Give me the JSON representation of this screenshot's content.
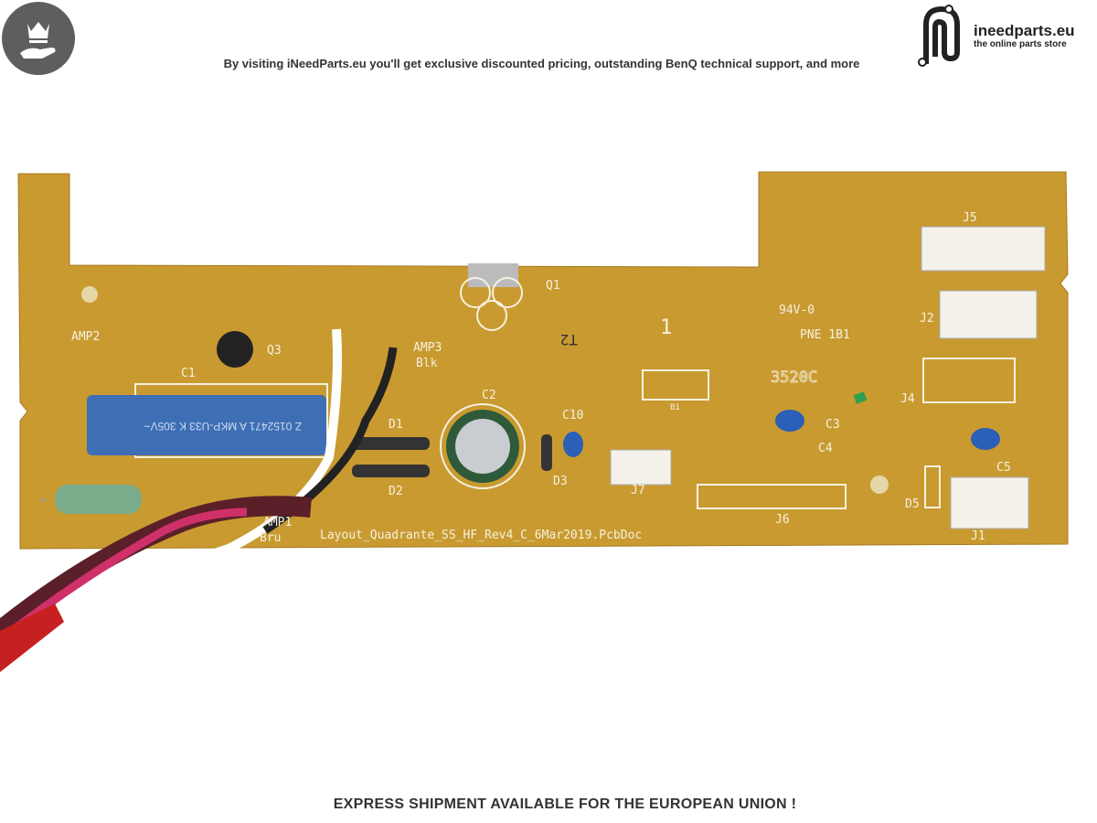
{
  "header": {
    "badge_icon": "crown-hand-icon",
    "tagline": "By visiting iNeedParts.eu you'll get exclusive discounted pricing, outstanding BenQ technical support, and more",
    "logo": {
      "name": "ineedparts.eu",
      "subtitle": "the online parts store"
    }
  },
  "board": {
    "color": "#c99a30",
    "labels": {
      "q1": "Q1",
      "q3": "Q3",
      "amp2": "AMP2",
      "amp3": "AMP3",
      "blk": "Blk",
      "amp1": "AMP1",
      "bru": "Bru",
      "c1": "C1",
      "c2": "C2",
      "c3": "C3",
      "c4": "C4",
      "c5": "C5",
      "c10": "C10",
      "d1": "D1",
      "d2": "D2",
      "d3": "D3",
      "d5": "D5",
      "j1": "J1",
      "j2": "J2",
      "j4": "J4",
      "j5": "J5",
      "j6": "J6",
      "j7": "J7",
      "b1": "B1",
      "rating": "94V-0",
      "ul": "PNE 1B1",
      "code": "3520C",
      "one": "1",
      "t2": "T2",
      "doc": "Layout_Quadrante_SS_HF_Rev4_C_6Mar2019.PcbDoc",
      "cap_print": "Z 0152471 A MKP-U33 K 305V~"
    }
  },
  "footer": {
    "text": "EXPRESS SHIPMENT AVAILABLE FOR THE EUROPEAN UNION !"
  }
}
